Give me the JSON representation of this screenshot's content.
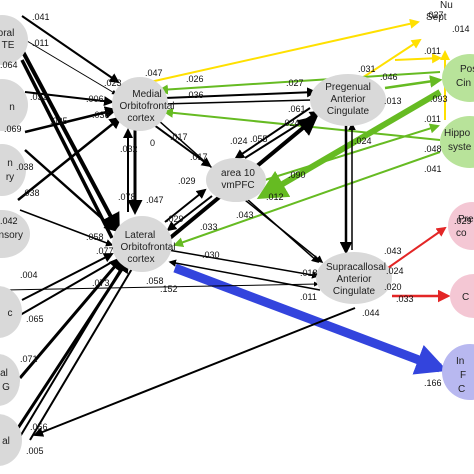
{
  "colors": {
    "node_fill": "#d9d9d9",
    "green_node_fill": "#b8e39a",
    "pink_node_fill": "#f4c7d4",
    "lavender_node_fill": "#b8b8f0",
    "edge_black": "#000000",
    "edge_green": "#66bb22",
    "edge_yellow": "#ffe000",
    "edge_red": "#e32626",
    "edge_blue": "#3344dd"
  },
  "nodes": {
    "medial_ofc": [
      "Medial",
      "Orbitofrontal",
      "cortex"
    ],
    "lateral_ofc": [
      "Lateral",
      "Orbitofrontal",
      "cortex"
    ],
    "area10": [
      "area 10",
      "vmPFC"
    ],
    "pregenual": [
      "Pregenual",
      "Anterior",
      "Cingulate"
    ],
    "supracallosal": [
      "Supracallosal",
      "Anterior",
      "Cingulate"
    ],
    "left1": [
      "oral",
      "TE"
    ],
    "left2": [
      "n"
    ],
    "left3": [
      "n",
      "ry"
    ],
    "left4": [
      "ensory"
    ],
    "left5": [
      "c"
    ],
    "left6": [
      "al",
      "G"
    ],
    "left7": [
      "al"
    ],
    "right_nucleus": [
      "Nu",
      "Sept"
    ],
    "right_posterior": [
      "Pos",
      "Cin"
    ],
    "right_hippo": [
      "Hippo",
      "syste"
    ],
    "right_pink1": [
      "Pre",
      "co"
    ],
    "right_pink2": [
      "C"
    ],
    "right_lavender": [
      "In",
      "F",
      "C"
    ]
  },
  "edge_labels": {
    "e01": ".041",
    "e02": ".011",
    "e03": ".064",
    "e04": ".032",
    "e05": ".006",
    "e06": ".047",
    "e07": ".023",
    "e08": ".026",
    "e09": ".036",
    "e10": ".027",
    "e11": ".031",
    "e12": ".027",
    "e13": ".014",
    "e14": ".011",
    "e15": ".069",
    "e16": ".035",
    "e17": ".036",
    "e18": ".046",
    "e19": ".013",
    "e20": ".093",
    "e21": ".011",
    "e22": ".061",
    "e23": ".038",
    "e24": ".017",
    "e25": ".024",
    "e26": ".055",
    "e27": ".024",
    "e28": ".024",
    "e29": ".048",
    "e30": ".032",
    "e31": "0",
    "e32": ".017",
    "e33": ".090",
    "e34": ".041",
    "e35": ".038",
    "e36": ".029",
    "e37": ".078",
    "e38": ".047",
    "e39": ".012",
    "e40": ".043",
    "e41": ".042",
    "e42": ".029",
    "e43": ".058",
    "e44": ".033",
    "e45": ".030",
    "e46": ".029",
    "e47": ".018",
    "e48": ".043",
    "e49": ".077",
    "e50": ".004",
    "e51": ".024",
    "e52": ".020",
    "e53": ".073",
    "e54": ".058",
    "e55": ".152",
    "e56": ".011",
    "e57": ".033",
    "e58": ".065",
    "e59": ".044",
    "e60": ".071",
    "e61": ".166",
    "e62": ".056",
    "e63": ".005"
  }
}
